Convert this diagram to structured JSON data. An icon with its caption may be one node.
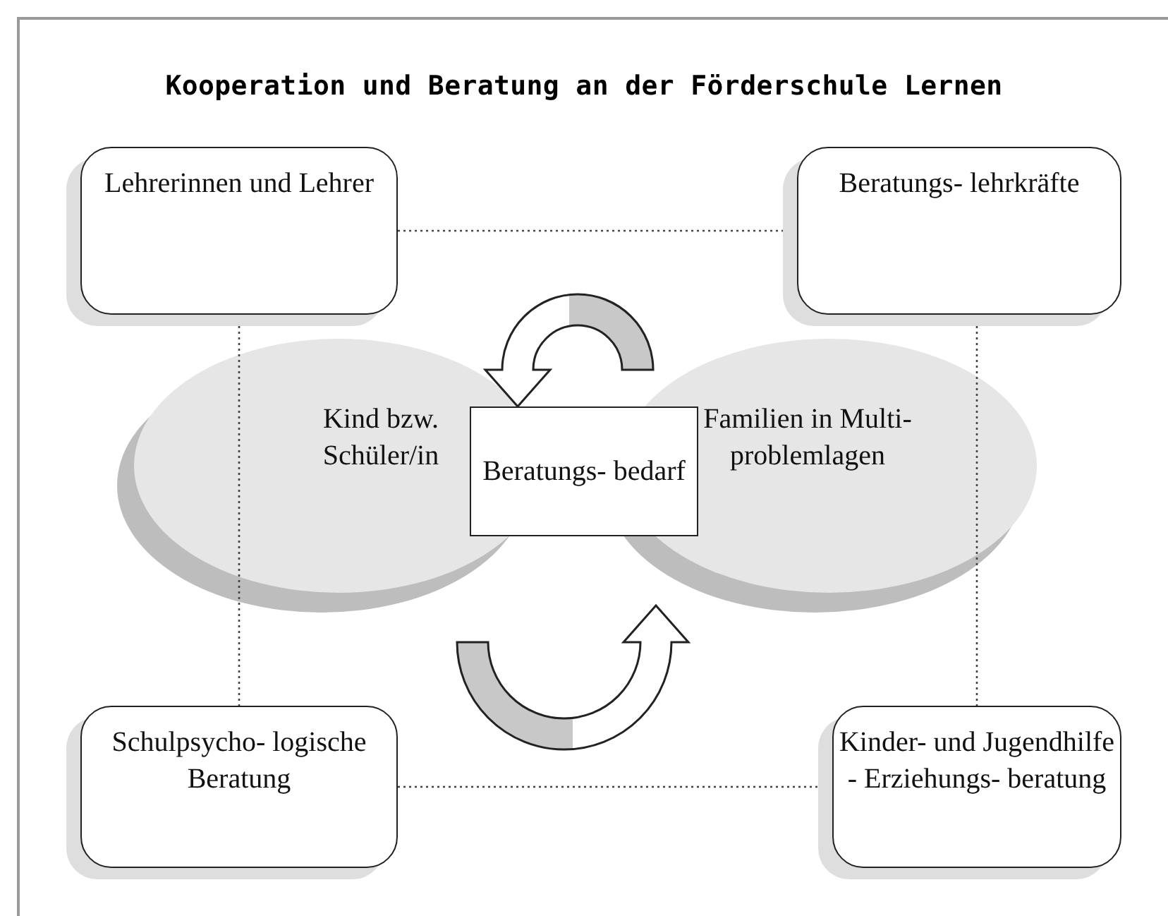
{
  "diagram": {
    "title": "Kooperation und Beratung an der Förderschule Lernen",
    "nodes": [
      {
        "text": [
          "Lehrerinnen und Lehrer"
        ]
      },
      {
        "text": [
          "Beratungs- lehrkräfte"
        ]
      },
      {
        "text": [
          "Kind bzw. Schüler/in"
        ]
      },
      {
        "text": [
          "Beratungs- bedarf"
        ]
      },
      {
        "text": [
          "Familien in Multi- problemlagen"
        ]
      },
      {
        "text": [
          "Schulpsycho- logische Beratung"
        ]
      },
      {
        "text": [
          "Kinder- und Jugendhilfe - Erziehungs- beratung"
        ]
      }
    ],
    "edges": [
      {
        "from": 0,
        "to": 1,
        "arrow": "none",
        "style": "dashed"
      },
      {
        "from": 0,
        "to": 5,
        "arrow": "none",
        "style": "dashed"
      },
      {
        "from": 1,
        "to": 6,
        "arrow": "none",
        "style": "dashed"
      },
      {
        "from": 5,
        "to": 6,
        "arrow": "none",
        "style": "dashed"
      },
      {
        "from": 4,
        "to": 2,
        "arrow": "to"
      },
      {
        "from": 2,
        "to": 4,
        "arrow": "to"
      }
    ]
  }
}
